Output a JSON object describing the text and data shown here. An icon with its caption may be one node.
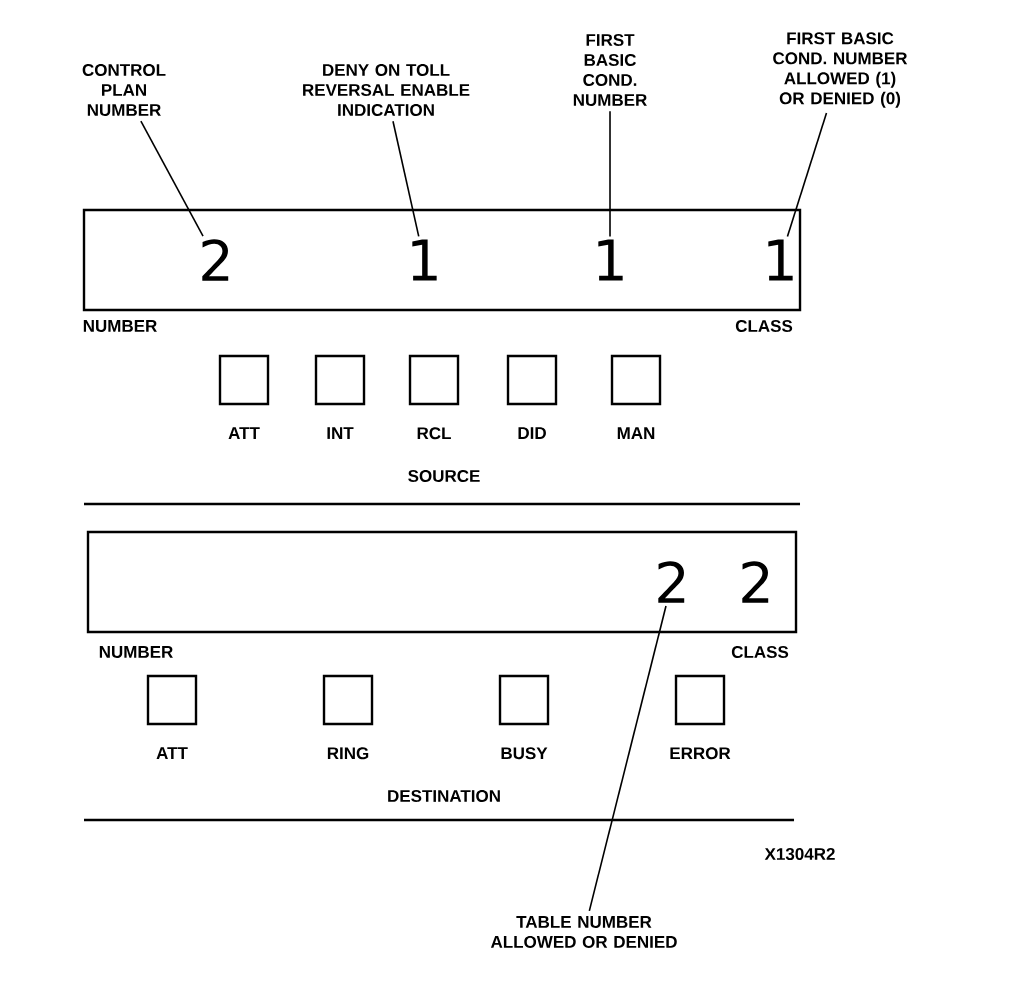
{
  "diagram": {
    "nodes": [
      {
        "text": [
          "CONTROL PLAN NUMBER"
        ]
      },
      {
        "text": [
          "DENY ON TOLL REVERSAL ENABLE INDICATION"
        ]
      },
      {
        "text": [
          "FIRST BASIC COND. NUMBER"
        ]
      },
      {
        "text": [
          "FIRST BASIC COND. NUMBER ALLOWED (1) OR DENIED (0)"
        ]
      },
      {
        "text": [],
        "shape": "box"
      },
      {
        "text": [
          "2"
        ],
        "in": 4
      },
      {
        "text": [
          "1"
        ],
        "in": 4
      },
      {
        "text": [
          "1"
        ],
        "in": 4
      },
      {
        "text": [
          "1"
        ],
        "in": 4
      },
      {
        "text": [
          "ATT"
        ]
      },
      {
        "text": [
          "INT"
        ]
      },
      {
        "text": [
          "RCL"
        ]
      },
      {
        "text": [
          "DID"
        ]
      },
      {
        "text": [
          "MAN"
        ]
      },
      {
        "text": [],
        "shape": "box"
      },
      {
        "text": [
          "2"
        ],
        "in": 14
      },
      {
        "text": [
          "2"
        ],
        "in": 14
      },
      {
        "text": [
          "ATT"
        ]
      },
      {
        "text": [
          "RING"
        ]
      },
      {
        "text": [
          "BUSY"
        ]
      },
      {
        "text": [
          "ERROR"
        ]
      },
      {
        "text": [
          "TABLE NUMBER ALLOWED OR DENIED"
        ]
      }
    ],
    "edges": [
      {
        "from": 0,
        "to": 5,
        "arrow": "none"
      },
      {
        "from": 1,
        "to": 6,
        "arrow": "none"
      },
      {
        "from": 2,
        "to": 7,
        "arrow": "none"
      },
      {
        "from": 3,
        "to": 8,
        "arrow": "none"
      },
      {
        "from": 21,
        "to": 15,
        "arrow": "none"
      }
    ],
    "labels": [
      "NUMBER",
      "CLASS",
      "SOURCE",
      "NUMBER",
      "CLASS",
      "DESTINATION",
      "X1304R2"
    ]
  }
}
